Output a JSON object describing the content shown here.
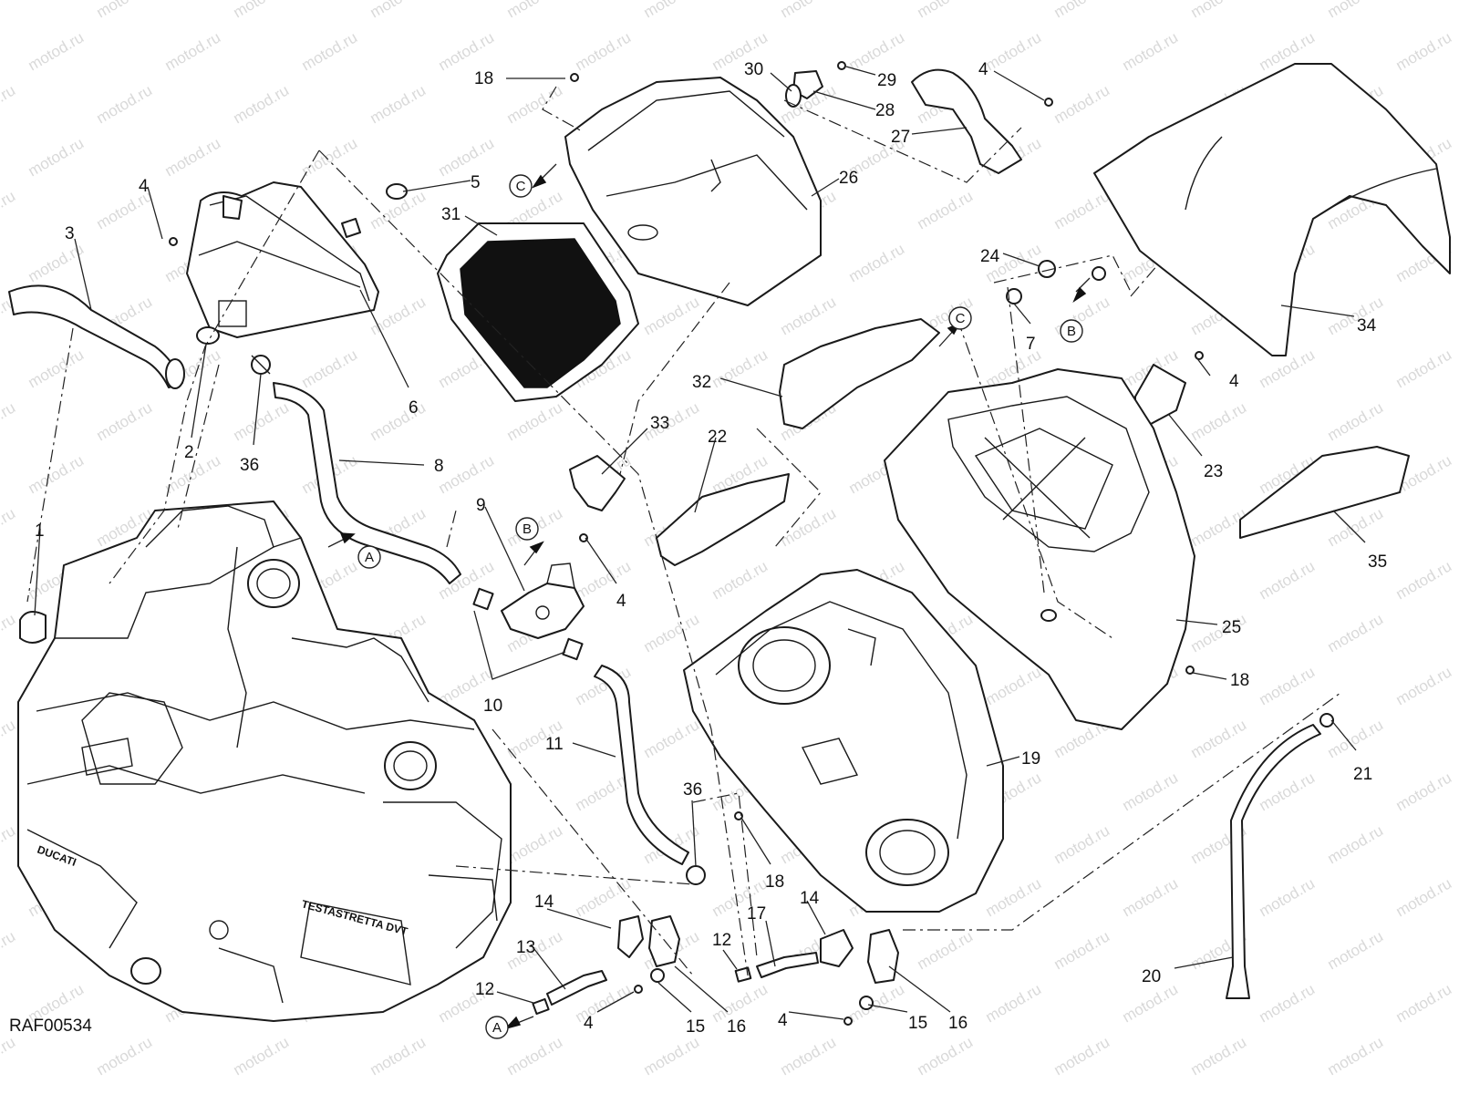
{
  "drawing_code": "RAF00534",
  "watermark_text": "motod.ru",
  "engine_labels": [
    "DUCATI",
    "TESTASTRETTA DVT"
  ],
  "callouts": [
    "18",
    "30",
    "29",
    "4",
    "28",
    "27",
    "5",
    "26",
    "31",
    "3",
    "4",
    "6",
    "2",
    "36",
    "8",
    "1",
    "33",
    "9",
    "10",
    "11",
    "36",
    "14",
    "13",
    "12",
    "4",
    "15",
    "16",
    "12",
    "17",
    "14",
    "18",
    "4",
    "15",
    "16",
    "22",
    "32",
    "24",
    "7",
    "B",
    "34",
    "C",
    "4",
    "23",
    "35",
    "25",
    "18",
    "19",
    "21",
    "20",
    "4"
  ],
  "reference_markers": [
    "C",
    "B",
    "A",
    "C",
    "B",
    "A"
  ],
  "colors": {
    "line": "#1a1a1a",
    "filter_element": "#111111",
    "watermark": "#d9d9d9"
  }
}
